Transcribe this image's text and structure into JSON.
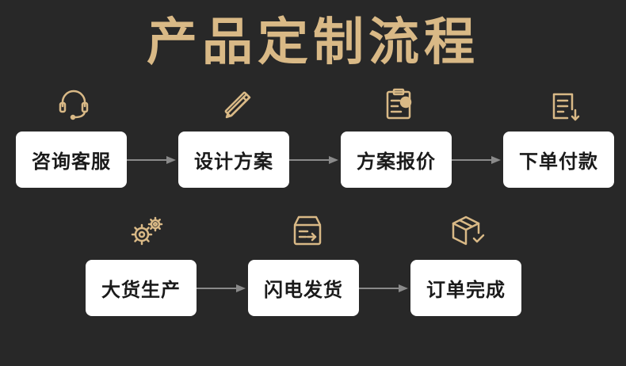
{
  "title": "产品定制流程",
  "colors": {
    "background": "#282828",
    "accent": "#d9b986",
    "box": "#ffffff",
    "text": "#1a1a1a",
    "arrow": "#8a8a8a"
  },
  "steps_row1": [
    {
      "label": "咨询客服",
      "icon": "headset-icon"
    },
    {
      "label": "设计方案",
      "icon": "ruler-pencil-icon"
    },
    {
      "label": "方案报价",
      "icon": "clipboard-icon"
    },
    {
      "label": "下单付款",
      "icon": "document-download-icon"
    }
  ],
  "steps_row2": [
    {
      "label": "大货生产",
      "icon": "gears-icon"
    },
    {
      "label": "闪电发货",
      "icon": "box-ship-icon"
    },
    {
      "label": "订单完成",
      "icon": "package-check-icon"
    }
  ]
}
